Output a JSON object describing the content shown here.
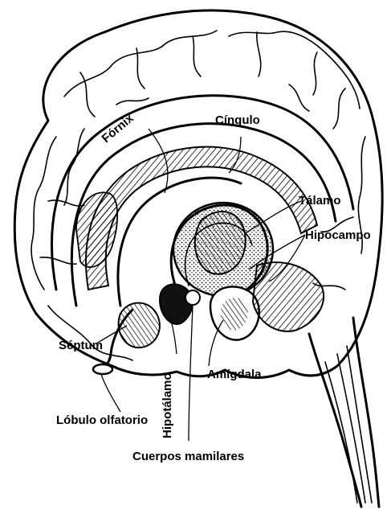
{
  "labels": {
    "fornix": "Fórnix",
    "cingulo": "Cíngulo",
    "talamo": "Tálamo",
    "hipocampo": "Hipocampo",
    "septum": "Séptum",
    "hipotalamo": "Hipotálamo",
    "amigdala": "Amígdala",
    "lobulo_olfatorio": "Lóbulo olfatorio",
    "cuerpos_mamilares": "Cuerpos mamilares"
  }
}
